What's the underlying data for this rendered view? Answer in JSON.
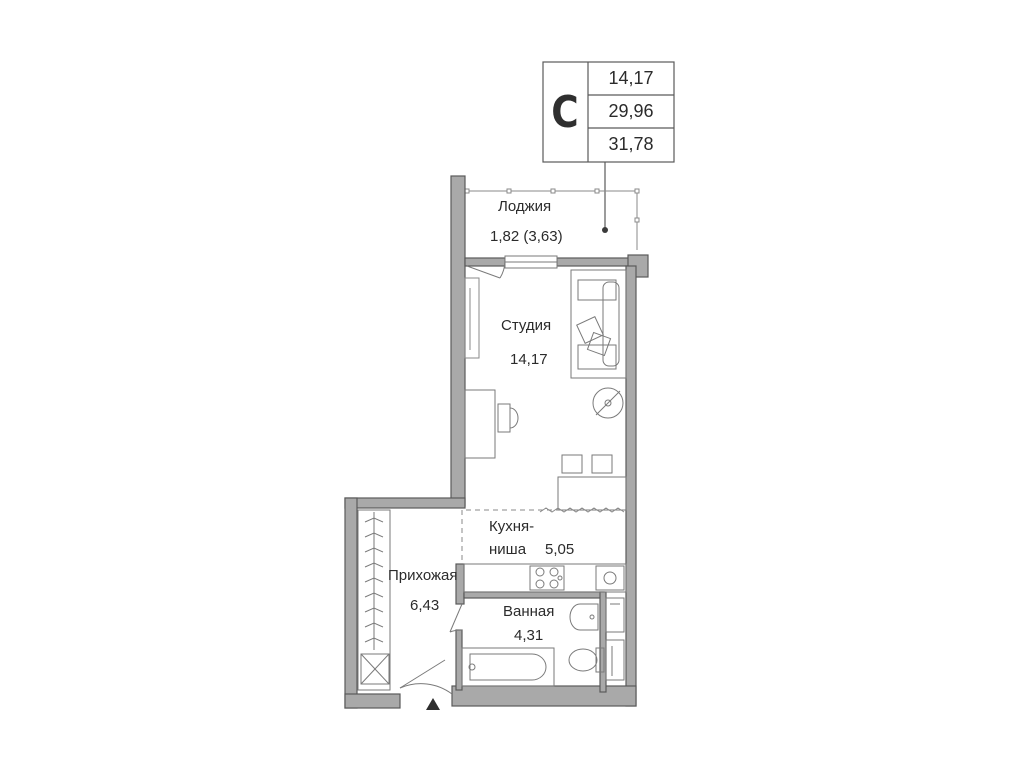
{
  "summary": {
    "type_letter": "C",
    "values": [
      "14,17",
      "29,96",
      "31,78"
    ]
  },
  "rooms": {
    "loggia": {
      "name": "Лоджия",
      "area": "1,82",
      "area_full": "(3,63)"
    },
    "studio": {
      "name": "Студия",
      "area": "14,17"
    },
    "kitchen": {
      "name_line1": "Кухня-",
      "name_line2": "ниша",
      "area": "5,05"
    },
    "hallway": {
      "name": "Прихожая",
      "area": "6,43"
    },
    "bathroom": {
      "name": "Ванная",
      "area": "4,31"
    }
  },
  "colors": {
    "wall": "#a9a9a9",
    "wall_stroke": "#5a5a5a",
    "line": "#6b6b6b",
    "text": "#2b2b2b"
  }
}
